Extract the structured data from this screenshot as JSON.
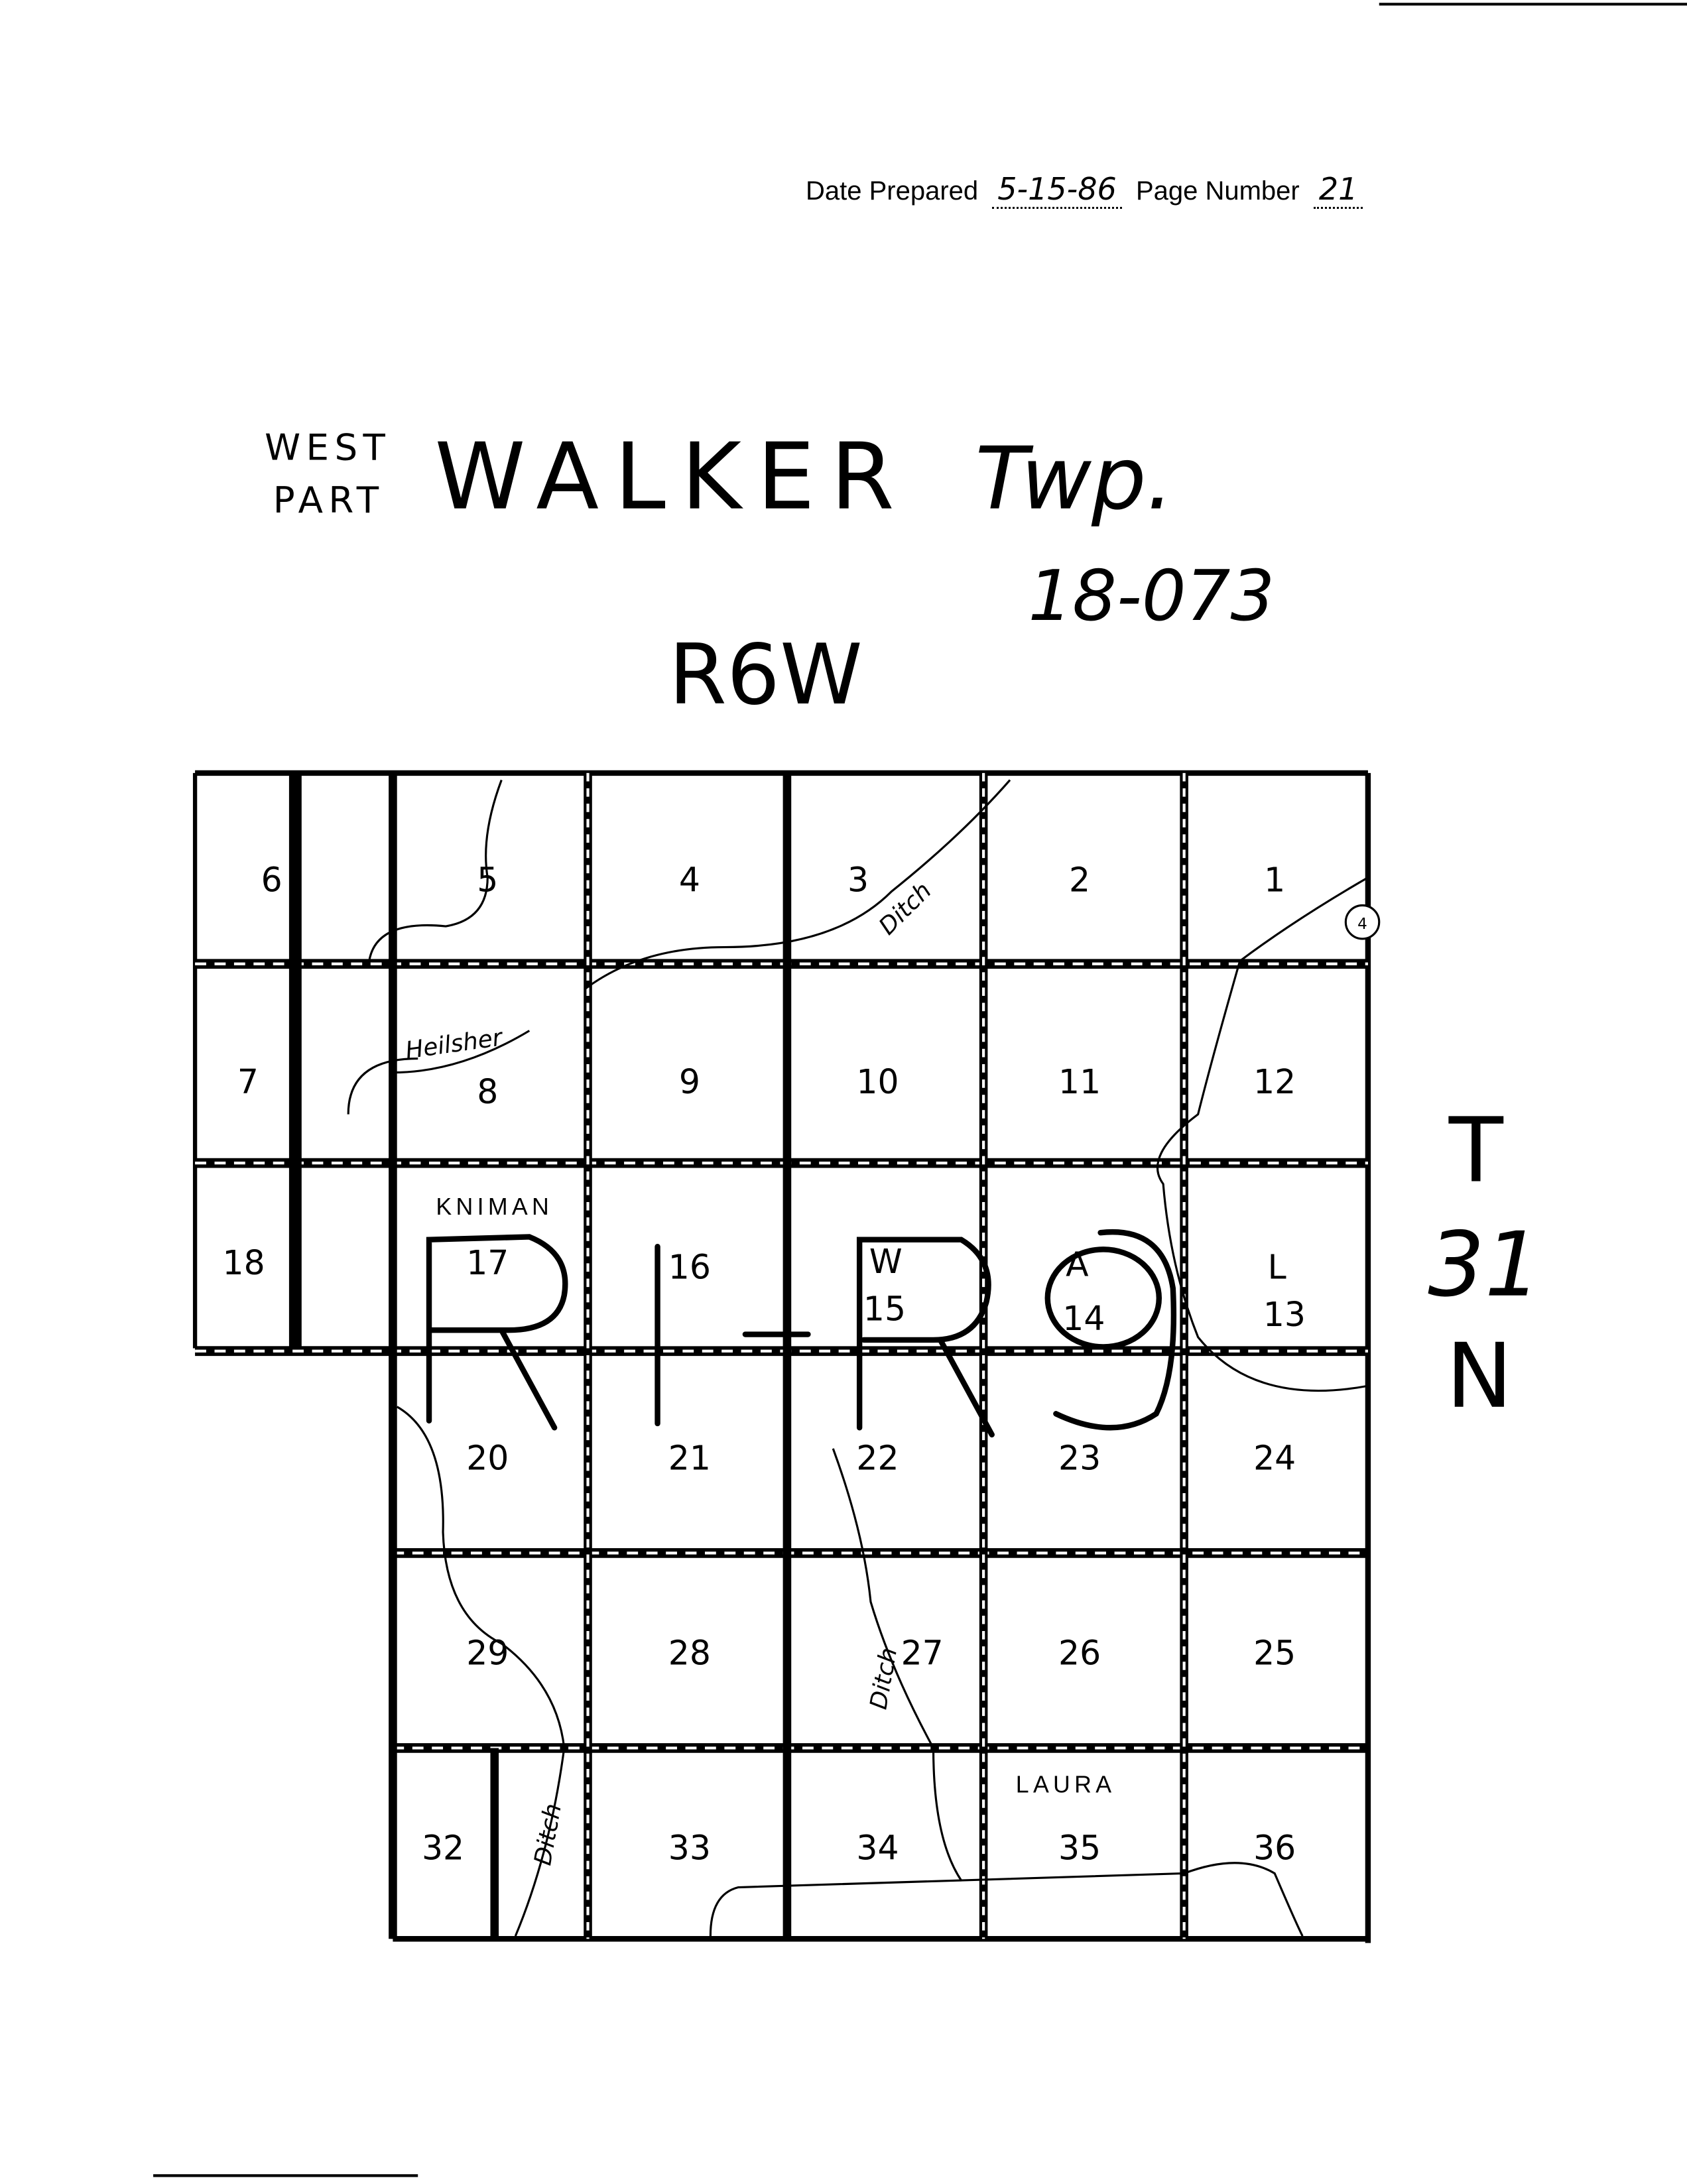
{
  "header": {
    "date_label": "Date Prepared",
    "date_value": "5-15-86",
    "page_label": "Page Number",
    "page_value": "21"
  },
  "title": {
    "west": "WEST",
    "part": "PART",
    "township": "WALKER",
    "twp": "Twp.",
    "code": "18-073",
    "range": "R6W",
    "tier_t": "T",
    "tier_num": "31",
    "tier_n": "N"
  },
  "sections": [
    "6",
    "5",
    "4",
    "3",
    "2",
    "1",
    "7",
    "8",
    "9",
    "10",
    "11",
    "12",
    "18",
    "17",
    "16",
    "15",
    "14",
    "13",
    "20",
    "21",
    "22",
    "23",
    "24",
    "29",
    "28",
    "27",
    "26",
    "25",
    "32",
    "33",
    "34",
    "35",
    "36"
  ],
  "places": {
    "kniman": "KNIMAN",
    "laura": "LAURA",
    "heilsher": "Heilsher",
    "ditch": "Ditch",
    "route": "4"
  },
  "annotations": {
    "w": "W",
    "a": "A",
    "l": "L"
  }
}
